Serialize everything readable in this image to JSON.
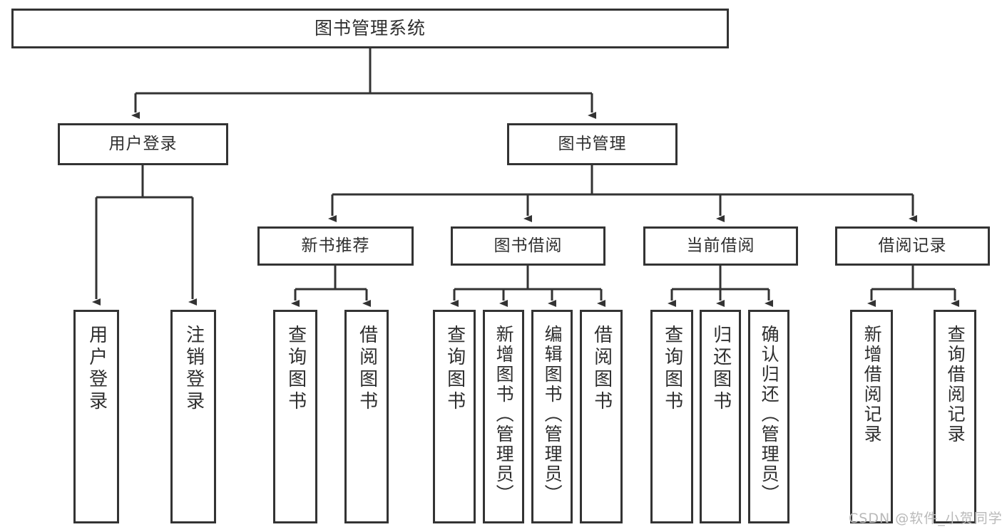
{
  "diagram": {
    "type": "tree-hierarchy",
    "title": "图书管理系统",
    "watermark": "CSDN @软件_小贺同学",
    "colors": {
      "border": "#333333",
      "text": "#2f2f2f",
      "background": "#ffffff",
      "connector": "#333333",
      "watermark": "#b9b9b9"
    },
    "nodes": {
      "root": {
        "label": "图书管理系统"
      },
      "level1": [
        {
          "id": "user-login",
          "label": "用户登录"
        },
        {
          "id": "book-manage",
          "label": "图书管理"
        }
      ],
      "level2": [
        {
          "id": "new-book-recommend",
          "label": "新书推荐"
        },
        {
          "id": "book-borrow",
          "label": "图书借阅"
        },
        {
          "id": "current-borrow",
          "label": "当前借阅"
        },
        {
          "id": "borrow-record",
          "label": "借阅记录"
        }
      ],
      "leaves": [
        {
          "id": "leaf-user-login",
          "label": "用户登录",
          "parent": "user-login"
        },
        {
          "id": "leaf-logout",
          "label": "注销登录",
          "parent": "user-login"
        },
        {
          "id": "leaf-query-book-1",
          "label": "查询图书",
          "parent": "new-book-recommend"
        },
        {
          "id": "leaf-borrow-book-1",
          "label": "借阅图书",
          "parent": "new-book-recommend"
        },
        {
          "id": "leaf-query-book-2",
          "label": "查询图书",
          "parent": "book-borrow"
        },
        {
          "id": "leaf-add-book",
          "label": "新增图书（管理员）",
          "parent": "book-borrow"
        },
        {
          "id": "leaf-edit-book",
          "label": "编辑图书（管理员）",
          "parent": "book-borrow"
        },
        {
          "id": "leaf-borrow-book-2",
          "label": "借阅图书",
          "parent": "book-borrow"
        },
        {
          "id": "leaf-query-book-3",
          "label": "查询图书",
          "parent": "current-borrow"
        },
        {
          "id": "leaf-return-book",
          "label": "归还图书",
          "parent": "current-borrow"
        },
        {
          "id": "leaf-confirm-return",
          "label": "确认归还（管理员）",
          "parent": "current-borrow"
        },
        {
          "id": "leaf-add-record",
          "label": "新增借阅记录",
          "parent": "borrow-record"
        },
        {
          "id": "leaf-query-record",
          "label": "查询借阅记录",
          "parent": "borrow-record"
        }
      ]
    }
  }
}
